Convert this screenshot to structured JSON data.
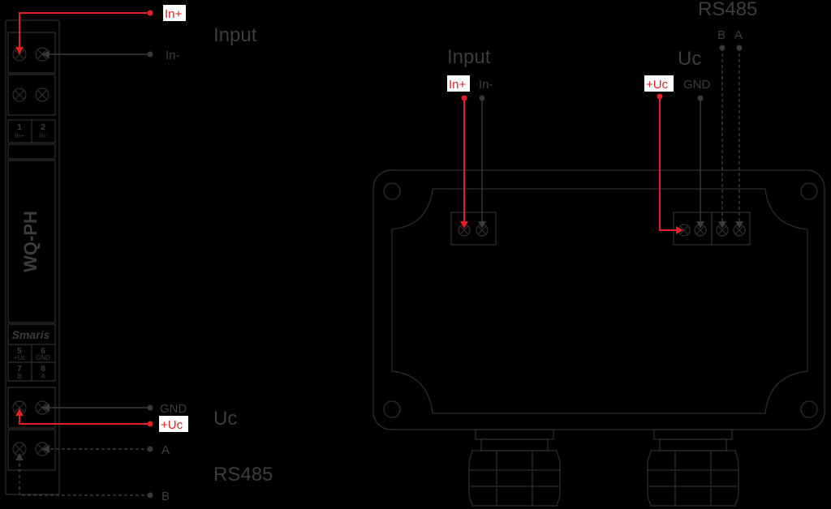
{
  "din_module": {
    "model": "WQ-PH",
    "brand": "Smaris",
    "terminal_numbers_top": [
      "1",
      "2"
    ],
    "terminal_names_top": [
      "In+",
      "In-"
    ],
    "terminal_numbers_mid": [
      "5",
      "6"
    ],
    "terminal_names_mid": [
      "+Uc",
      "GND"
    ],
    "terminal_numbers_bot": [
      "7",
      "8"
    ],
    "terminal_names_bot": [
      "B",
      "A"
    ]
  },
  "left_labels": {
    "in_plus": "In+",
    "in_minus": "In-",
    "input_heading": "Input",
    "gnd": "GND",
    "uc_plus": "+Uc",
    "uc_heading": "Uc",
    "a": "A",
    "b": "B",
    "rs485_heading": "RS485"
  },
  "right_labels": {
    "input_heading": "Input",
    "in_plus": "In+",
    "in_minus": "In-",
    "uc_heading": "Uc",
    "uc_plus": "+Uc",
    "gnd": "GND",
    "rs485_heading": "RS485",
    "b": "B",
    "a": "A"
  },
  "colors": {
    "positive_wire": "#e31e24",
    "line": "#3a3a3a",
    "background": "#000000",
    "tag_background": "#ffffff"
  }
}
